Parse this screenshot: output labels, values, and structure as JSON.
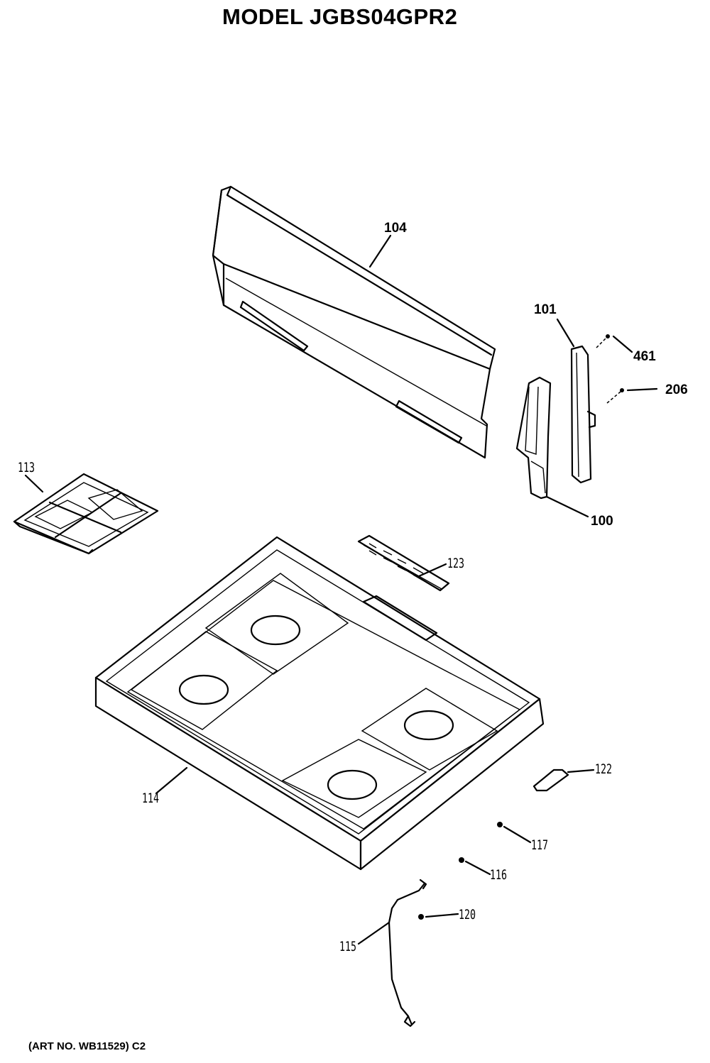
{
  "header": {
    "title": "MODEL JGBS04GPR2"
  },
  "footer": {
    "art_number": "(ART NO. WB11529) C2"
  },
  "callouts": {
    "p104": "104",
    "p101": "101",
    "p461": "461",
    "p206": "206",
    "p100": "100",
    "p113": "113",
    "p123": "123",
    "p114": "114",
    "p122": "122",
    "p117": "117",
    "p116": "116",
    "p120": "120",
    "p115": "115"
  },
  "colors": {
    "ink": "#000000",
    "paper": "#ffffff"
  }
}
